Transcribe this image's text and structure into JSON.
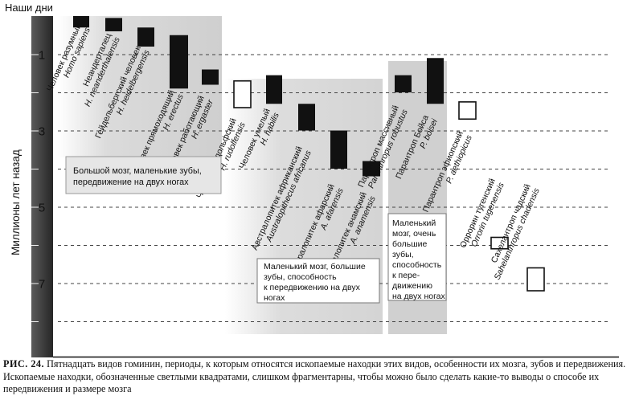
{
  "top_label": "Наши дни",
  "y_axis_title": "Миллионы лет назад",
  "y_ticks": [
    {
      "label": "1",
      "mya": 1
    },
    {
      "label": "3",
      "mya": 3
    },
    {
      "label": "5",
      "mya": 5
    },
    {
      "label": "7",
      "mya": 7
    }
  ],
  "species": [
    {
      "id": "sapiens",
      "ru": "Человек разумный",
      "latin": "Homo sapiens",
      "start_mya": 0.3,
      "end_mya": 0,
      "fossil_quality": "good"
    },
    {
      "id": "neanderthalensis",
      "ru": "Неандерталец",
      "latin": "H. neanderthalensis",
      "start_mya": 0.4,
      "end_mya": 0.05,
      "fossil_quality": "good"
    },
    {
      "id": "heidelbergensis",
      "ru": "Гейдельбергский человек",
      "latin": "H. heidelbergensis",
      "start_mya": 0.8,
      "end_mya": 0.3,
      "fossil_quality": "good"
    },
    {
      "id": "erectus",
      "ru": "Человек прямоходящий",
      "latin": "H. erectus",
      "start_mya": 1.9,
      "end_mya": 0.5,
      "fossil_quality": "good"
    },
    {
      "id": "ergaster",
      "ru": "Человек работающий",
      "latin": "H. ergaster",
      "start_mya": 1.8,
      "end_mya": 1.4,
      "fossil_quality": "good"
    },
    {
      "id": "rudolfensis",
      "ru": "Человек рудольфский",
      "latin": "H. rudolfensis",
      "start_mya": 2.4,
      "end_mya": 1.7,
      "fossil_quality": "fragmentary"
    },
    {
      "id": "habilis",
      "ru": "Человек умелый",
      "latin": "H. habilis",
      "start_mya": 2.3,
      "end_mya": 1.55,
      "fossil_quality": "good"
    },
    {
      "id": "africanus",
      "ru": "Австралопитек африканский",
      "latin": "Australopithecus africanus",
      "start_mya": 3.0,
      "end_mya": 2.3,
      "fossil_quality": "good"
    },
    {
      "id": "afarensis",
      "ru": "Австралопитек афарский",
      "latin": "A. afarensis",
      "start_mya": 4.0,
      "end_mya": 3.0,
      "fossil_quality": "good"
    },
    {
      "id": "anamensis",
      "ru": "Австралопитек анамский",
      "latin": "A. anamensis",
      "start_mya": 4.2,
      "end_mya": 3.8,
      "fossil_quality": "good"
    },
    {
      "id": "robustus",
      "ru": "Парантроп массивный",
      "latin": "Paranthropus robustus",
      "start_mya": 2.0,
      "end_mya": 1.55,
      "fossil_quality": "good"
    },
    {
      "id": "boisei",
      "ru": "Парантроп Бойса",
      "latin": "P. boisei",
      "start_mya": 2.3,
      "end_mya": 1.1,
      "fossil_quality": "good"
    },
    {
      "id": "aethiopicus",
      "ru": "Парантроп эфиопский",
      "latin": "P. aethiopicus",
      "start_mya": 2.7,
      "end_mya": 2.25,
      "fossil_quality": "fragmentary"
    },
    {
      "id": "tugenensis",
      "ru": "Оррорин тугенский",
      "latin": "Orrorin tugenensis",
      "start_mya": 6.1,
      "end_mya": 5.8,
      "fossil_quality": "fragmentary"
    },
    {
      "id": "tchadensis",
      "ru": "Сахелантроп чадский",
      "latin": "Sahelanthropus chadensis",
      "start_mya": 7.2,
      "end_mya": 6.6,
      "fossil_quality": "fragmentary"
    }
  ],
  "groups": [
    {
      "id": "homo",
      "text_lines": [
        "Большой мозг, маленькие зубы,",
        "передвижение на двух ногах"
      ]
    },
    {
      "id": "australopithecus",
      "text_lines": [
        "Маленький мозг, большие",
        "зубы, способность",
        "к передвижению на двух",
        "ногах"
      ]
    },
    {
      "id": "paranthropus",
      "text_lines": [
        "Маленький",
        "мозг, очень",
        "большие",
        "зубы,",
        "способность",
        "к пере-",
        "движению",
        "на двух ногах"
      ]
    }
  ],
  "caption": {
    "figure_label": "РИС. 24.",
    "text": "Пятнадцать видов гоминин, периоды, к которым относятся ископаемые находки этих видов, особенности их мозга, зубов и передвижения. Ископаемые находки, обозначенные светлыми квадратами, слишком фрагментарны, чтобы можно было сделать какие-то выводы о способе их передвижения и размере мозга"
  },
  "colors": {
    "bar_fill": "#111111",
    "axis_band": "#3a3a3a",
    "group_shade_dark": "#d2d2d2",
    "group_shade_light": "#f4f4f4",
    "label_box": "#e4e4e4",
    "gridline": "#444444"
  }
}
